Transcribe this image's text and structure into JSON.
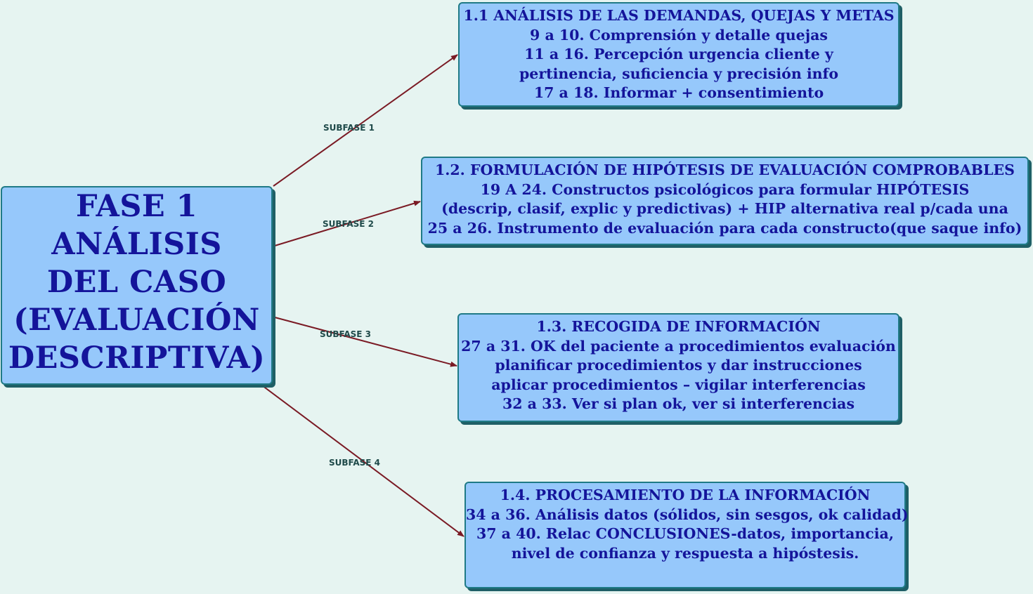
{
  "root": {
    "lines": [
      "FASE 1",
      "ANÁLISIS",
      "DEL CASO",
      "(EVALUACIÓN",
      "DESCRIPTIVA)"
    ]
  },
  "subphases": [
    {
      "edge_label": "SUBFASE 1",
      "lines": [
        "1.1 ANÁLISIS DE LAS DEMANDAS, QUEJAS Y METAS",
        "9 a 10. Comprensión y detalle quejas",
        "11 a 16. Percepción urgencia cliente y",
        "pertinencia, suficiencia y precisión info",
        "17 a 18. Informar + consentimiento"
      ]
    },
    {
      "edge_label": "SUBFASE 2",
      "lines": [
        "1.2. FORMULACIÓN DE HIPÓTESIS DE EVALUACIÓN COMPROBABLES",
        "19 A 24. Constructos psicológicos para formular HIPÓTESIS",
        "(descrip, clasif, explic y predictivas) + HIP alternativa real p/cada una",
        "25 a 26. Instrumento de evaluación para cada constructo(que saque info)"
      ]
    },
    {
      "edge_label": "SUBFASE 3",
      "lines": [
        "1.3. RECOGIDA DE INFORMACIÓN",
        "27 a 31. OK del paciente a procedimientos evaluación",
        "planificar procedimientos y dar instrucciones",
        "aplicar procedimientos – vigilar interferencias",
        "32 a 33. Ver si plan ok, ver si interferencias"
      ]
    },
    {
      "edge_label": "SUBFASE 4",
      "lines": [
        "1.4. PROCESAMIENTO DE LA INFORMACIÓN",
        "34 a 36. Análisis datos (sólidos, sin sesgos, ok calidad)",
        "37 a 40. Relac CONCLUSIONES-datos, importancia,",
        "nivel de confianza y respuesta a hipóstesis."
      ]
    }
  ],
  "colors": {
    "background": "#e6f4f1",
    "node_fill": "#96c8fb",
    "node_border": "#1f7a86",
    "node_text": "#14149a",
    "arrow": "#7a1a24"
  }
}
